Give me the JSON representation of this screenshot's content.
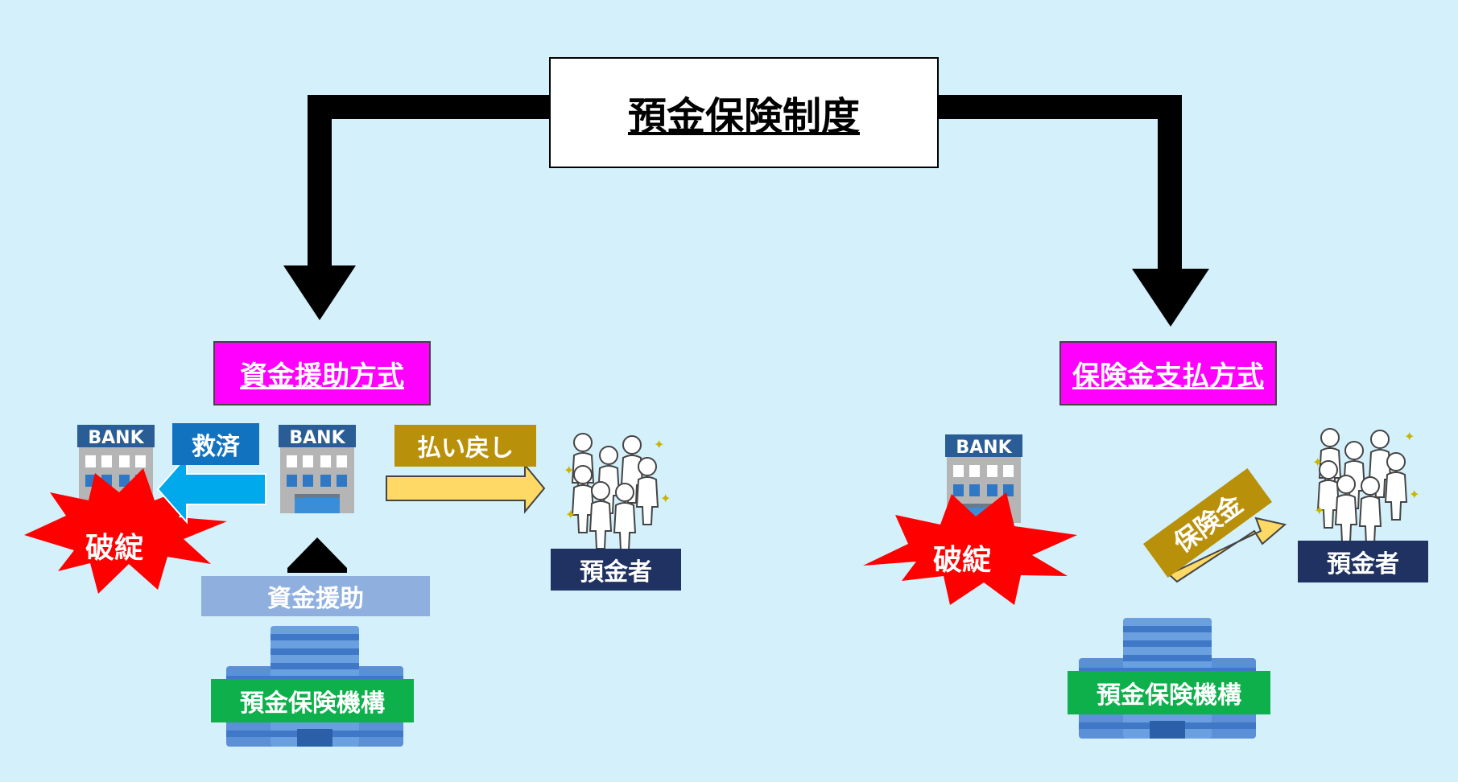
{
  "title": "預金保険制度",
  "left": {
    "method": "資金援助方式",
    "rescue": "救済",
    "refund": "払い戻し",
    "failure": "破綻",
    "bank_sign": "BANK",
    "aid": "資金援助",
    "depositors": "預金者",
    "dic": "預金保険機構"
  },
  "right": {
    "method": "保険金支払方式",
    "failure": "破綻",
    "bank_sign": "BANK",
    "insurance": "保険金",
    "depositors": "預金者",
    "dic": "預金保険機構"
  },
  "colors": {
    "background": "#d3f0fb",
    "method_box": "#ff00ff",
    "navy": "#1f3261",
    "gold": "#b8900a",
    "rescue_blue": "#1173c0",
    "aid_lightblue": "#8fb0df",
    "dic_green": "#0db04b",
    "burst_red": "#ff0000",
    "payment_arrow": "#ffd966",
    "rescue_arrow": "#00a8ec"
  }
}
